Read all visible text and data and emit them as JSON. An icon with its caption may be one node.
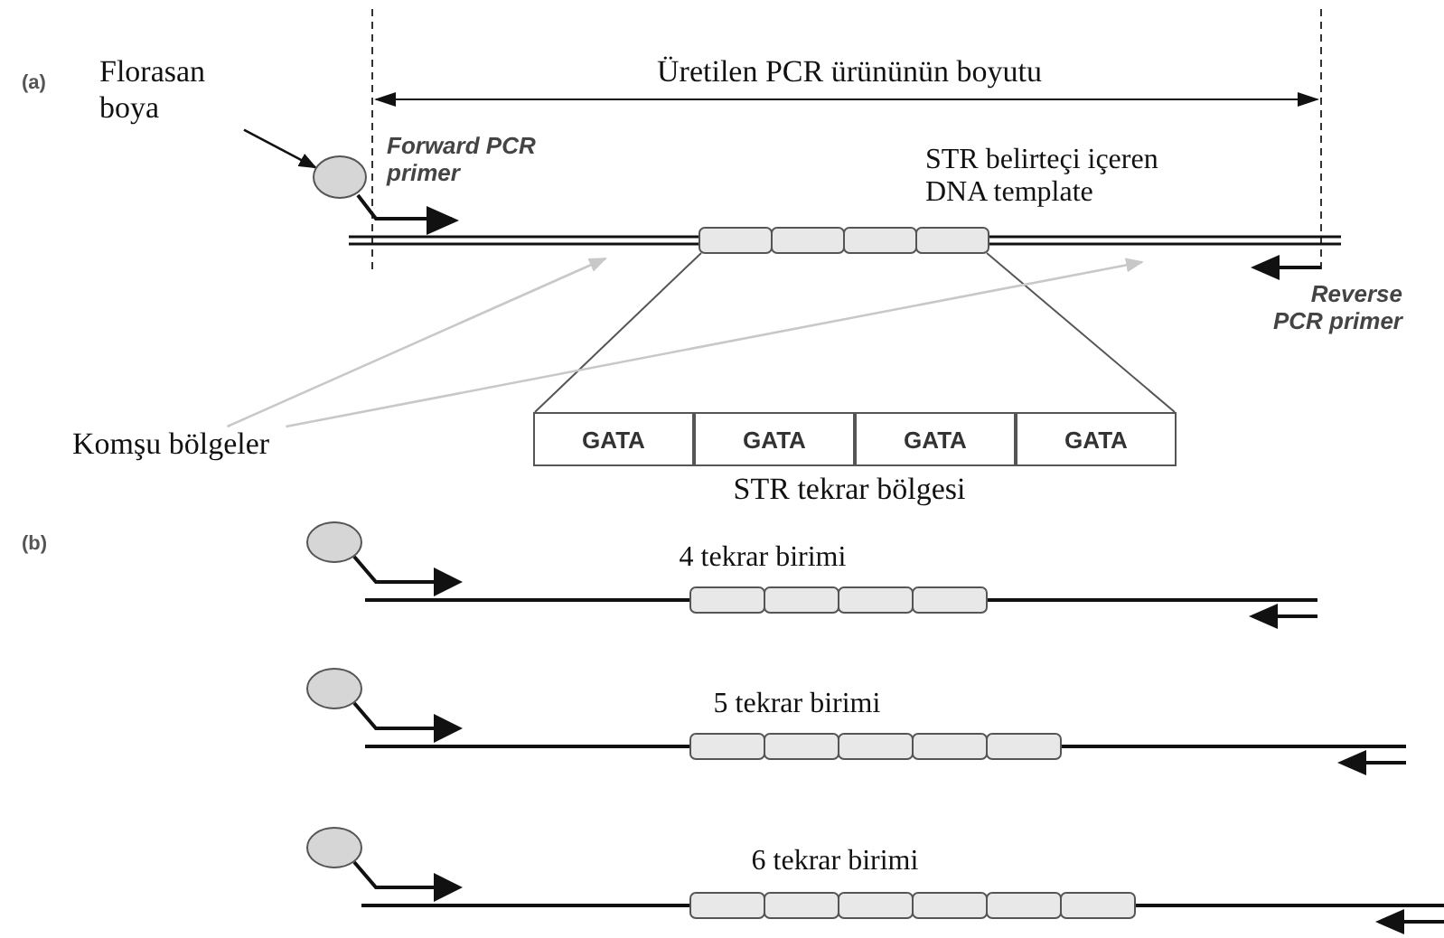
{
  "diagram": {
    "nodes": [
      {
        "text": [
          "Florasan boya"
        ]
      },
      {
        "text": [],
        "shape": "circle"
      },
      {
        "text": [
          "Komşu bölgeler"
        ]
      },
      {
        "text": [
          "GATA"
        ]
      },
      {
        "text": [
          "GATA"
        ]
      },
      {
        "text": [
          "GATA"
        ]
      },
      {
        "text": [
          "GATA"
        ]
      }
    ],
    "edges": [
      {
        "from": 0,
        "to": 1,
        "arrow": "to",
        "color": "#111111"
      },
      {
        "from": 2,
        "to": null,
        "arrow": "to"
      },
      {
        "from": 2,
        "to": null,
        "arrow": "to"
      }
    ],
    "labels": [
      "(a)",
      "Üretilen PCR ürününün boyutu",
      "Forward PCR primer",
      "STR belirteçi içeren DNA template",
      "Reverse PCR primer",
      "STR tekrar bölgesi",
      "(b)",
      "4 tekrar birimi",
      "5 tekrar birimi",
      "6 tekrar birimi"
    ]
  }
}
